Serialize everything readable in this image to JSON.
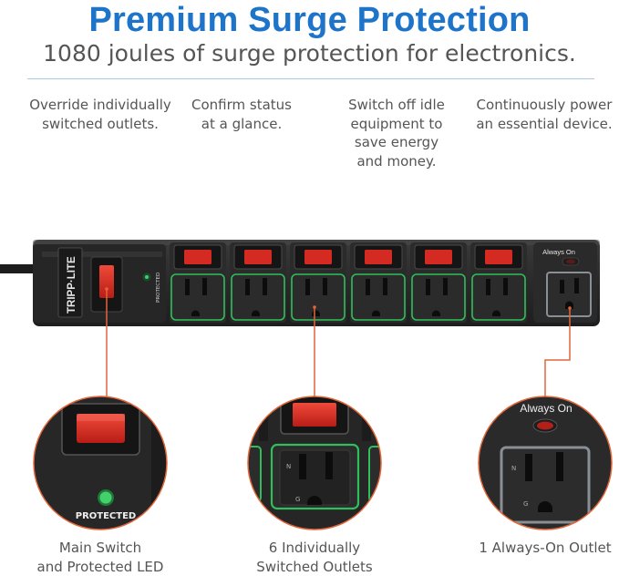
{
  "header": {
    "title": "Premium Surge Protection",
    "subtitle": "1080 joules of surge protection for electronics."
  },
  "features": [
    {
      "text": "Override individually\nswitched outlets."
    },
    {
      "text": "Confirm status\nat a glance."
    },
    {
      "text": "Switch off idle\nequipment to\nsave energy\nand money."
    },
    {
      "text": "Continuously power\nan essential device."
    }
  ],
  "product": {
    "brand": "TRIPP·LITE",
    "led_label": "PROTECTED",
    "always_on_label": "Always On"
  },
  "details": [
    {
      "caption": "Main Switch\nand Protected LED",
      "label": "PROTECTED"
    },
    {
      "caption": "6 Individually\nSwitched Outlets"
    },
    {
      "caption": "1 Always-On Outlet",
      "label": "Always On"
    }
  ],
  "colors": {
    "title_blue": "#1d74c9",
    "switch_red": "#d42a22",
    "outlet_green": "#2fbf5a",
    "connector_orange": "#e0663a",
    "body_dark": "#2b2b2b"
  }
}
